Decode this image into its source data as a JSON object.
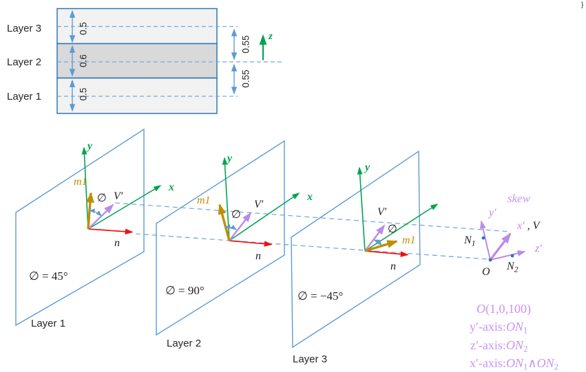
{
  "colors": {
    "plane_blue": "#5B9BD5",
    "dashed_blue": "#74A9DC",
    "border_blue": "#2E75B6",
    "axis_green": "#00A44F",
    "vector_red": "#EE1111",
    "vector_gold": "#BF8F00",
    "vector_purple": "#B98CE8",
    "legend_purple": "#C793F5",
    "layer_fill_light": "#F2F2F2",
    "layer_fill_mid": "#D9D9D9"
  },
  "stack": {
    "layers": [
      {
        "name": "Layer 3",
        "thickness": "0.5"
      },
      {
        "name": "Layer 2",
        "thickness": "0.6"
      },
      {
        "name": "Layer 1",
        "thickness": "0.5"
      }
    ],
    "spacing_top": "0.55",
    "spacing_bottom": "0.55",
    "z_label": "z"
  },
  "panels": [
    {
      "y": "y",
      "x": "x",
      "m1": "m1",
      "v": "V′",
      "phi": "∅",
      "n": "n",
      "angle": "∅ = 45°",
      "caption": "Layer 1"
    },
    {
      "y": "y",
      "x": "x",
      "m1": "m1",
      "v": "V′",
      "phi": "∅",
      "n": "n",
      "angle": "∅ = 90°",
      "caption": "Layer 2"
    },
    {
      "y": "y",
      "m1": "m1",
      "v": "V′",
      "phi": "∅",
      "n": "n",
      "angle": "∅ = −45°",
      "caption": "Layer 3"
    }
  ],
  "skew": {
    "caption": "skew",
    "y_label": "y′",
    "x_label": "x′",
    "x_suffix": " , V",
    "z_label": "z′",
    "n1_main": "N",
    "n1_sub": "1",
    "n2_main": "N",
    "n2_sub": "2",
    "origin_label": "O"
  },
  "legend": {
    "line1_pre": "O",
    "line1_post": "(1,0,100)",
    "line2_pre": "y′-axis:",
    "line2_main": "ON",
    "line2_sub": "1",
    "line3_pre": "z′-axis:",
    "line3_main": "ON",
    "line3_sub": "2",
    "line4_pre": "x′-axis:",
    "line4_main": "ON",
    "line4_sub1": "1",
    "line4_mid": "∧ON",
    "line4_sub2": "2"
  },
  "misc": {
    "corner_mark": "}"
  }
}
